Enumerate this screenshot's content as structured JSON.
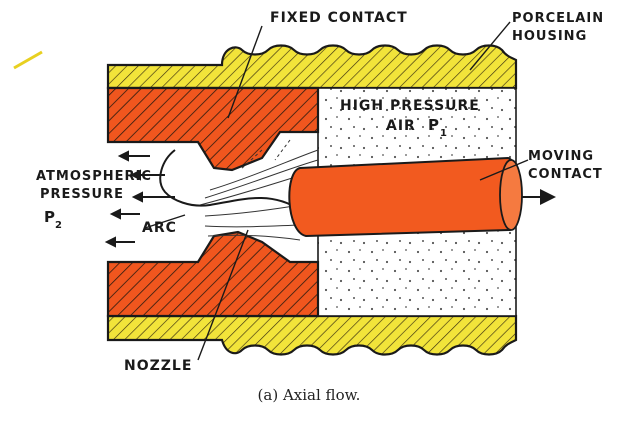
{
  "labels": {
    "fixed_contact": "FIXED CONTACT",
    "porcelain_1": "PORCELAIN",
    "porcelain_2": "HOUSING",
    "high_pressure_1": "HIGH PRESSURE",
    "high_pressure_2": "AIR",
    "p1": "P",
    "p1_sub": "1",
    "moving_1": "MOVING",
    "moving_2": "CONTACT",
    "atmos_1": "ATMOSPHERIC",
    "atmos_2": "PRESSURE",
    "p2": "P",
    "p2_sub": "2",
    "arc": "ARC",
    "nozzle": "NOZZLE"
  },
  "caption": "(a) Axial flow.",
  "colors": {
    "housing": "#f2e43a",
    "contact": "#f0561e",
    "outline": "#1a1a1a",
    "moving_contact": "#f25a1f",
    "air_dots": "#555555"
  }
}
